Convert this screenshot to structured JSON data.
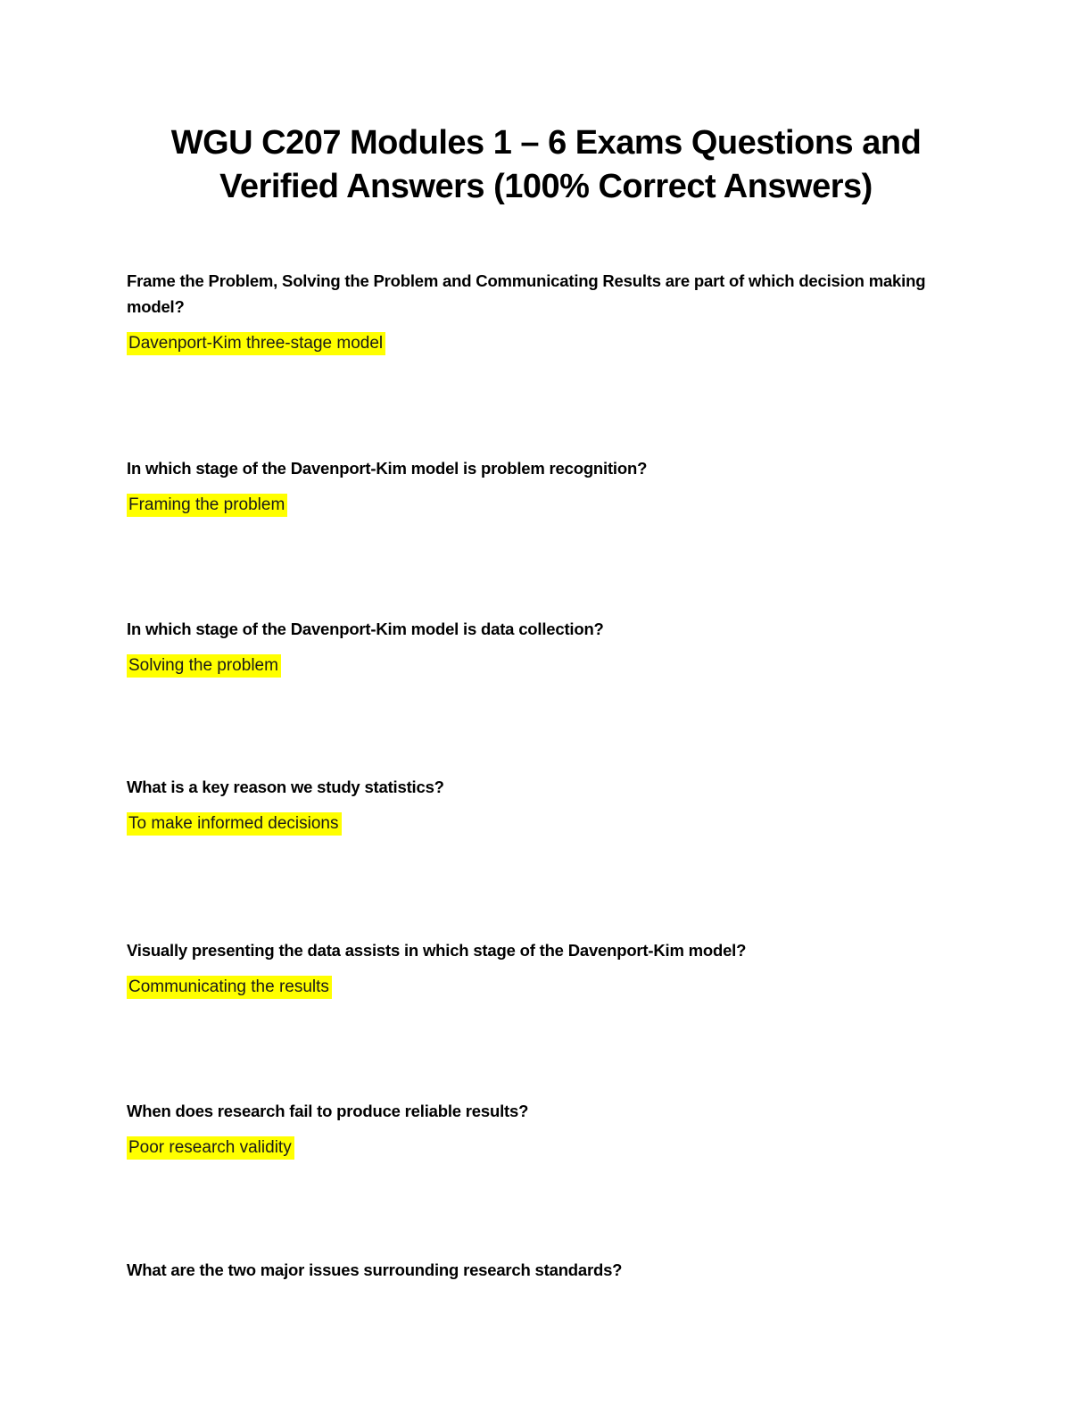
{
  "title": {
    "lines": [
      "WGU C207 Modules 1 – 6 Exams Questions and",
      "Verified Answers (100% Correct Answers)"
    ]
  },
  "qa": [
    {
      "question": "Frame the Problem, Solving the Problem and Communicating Results are part of which decision making model?",
      "answer": "Davenport-Kim three-stage model"
    },
    {
      "question": "In which stage of the Davenport-Kim model is problem recognition?",
      "answer": "Framing the problem"
    },
    {
      "question": "In which stage of the Davenport-Kim model is data collection?",
      "answer": "Solving the problem"
    },
    {
      "question": "What is a key reason we study statistics?",
      "answer": "To make informed decisions"
    },
    {
      "question": "Visually presenting the data assists in which stage of the Davenport-Kim model?",
      "answer": "Communicating the results"
    },
    {
      "question": "When does research fail to produce reliable results?",
      "answer": "Poor research validity"
    },
    {
      "question": "What are the two major issues surrounding research standards?",
      "answer": ""
    }
  ],
  "colors": {
    "highlight": "#ffff00",
    "question_text": "#000000",
    "answer_text": "#1a1a1a",
    "page_background": "#ffffff"
  }
}
